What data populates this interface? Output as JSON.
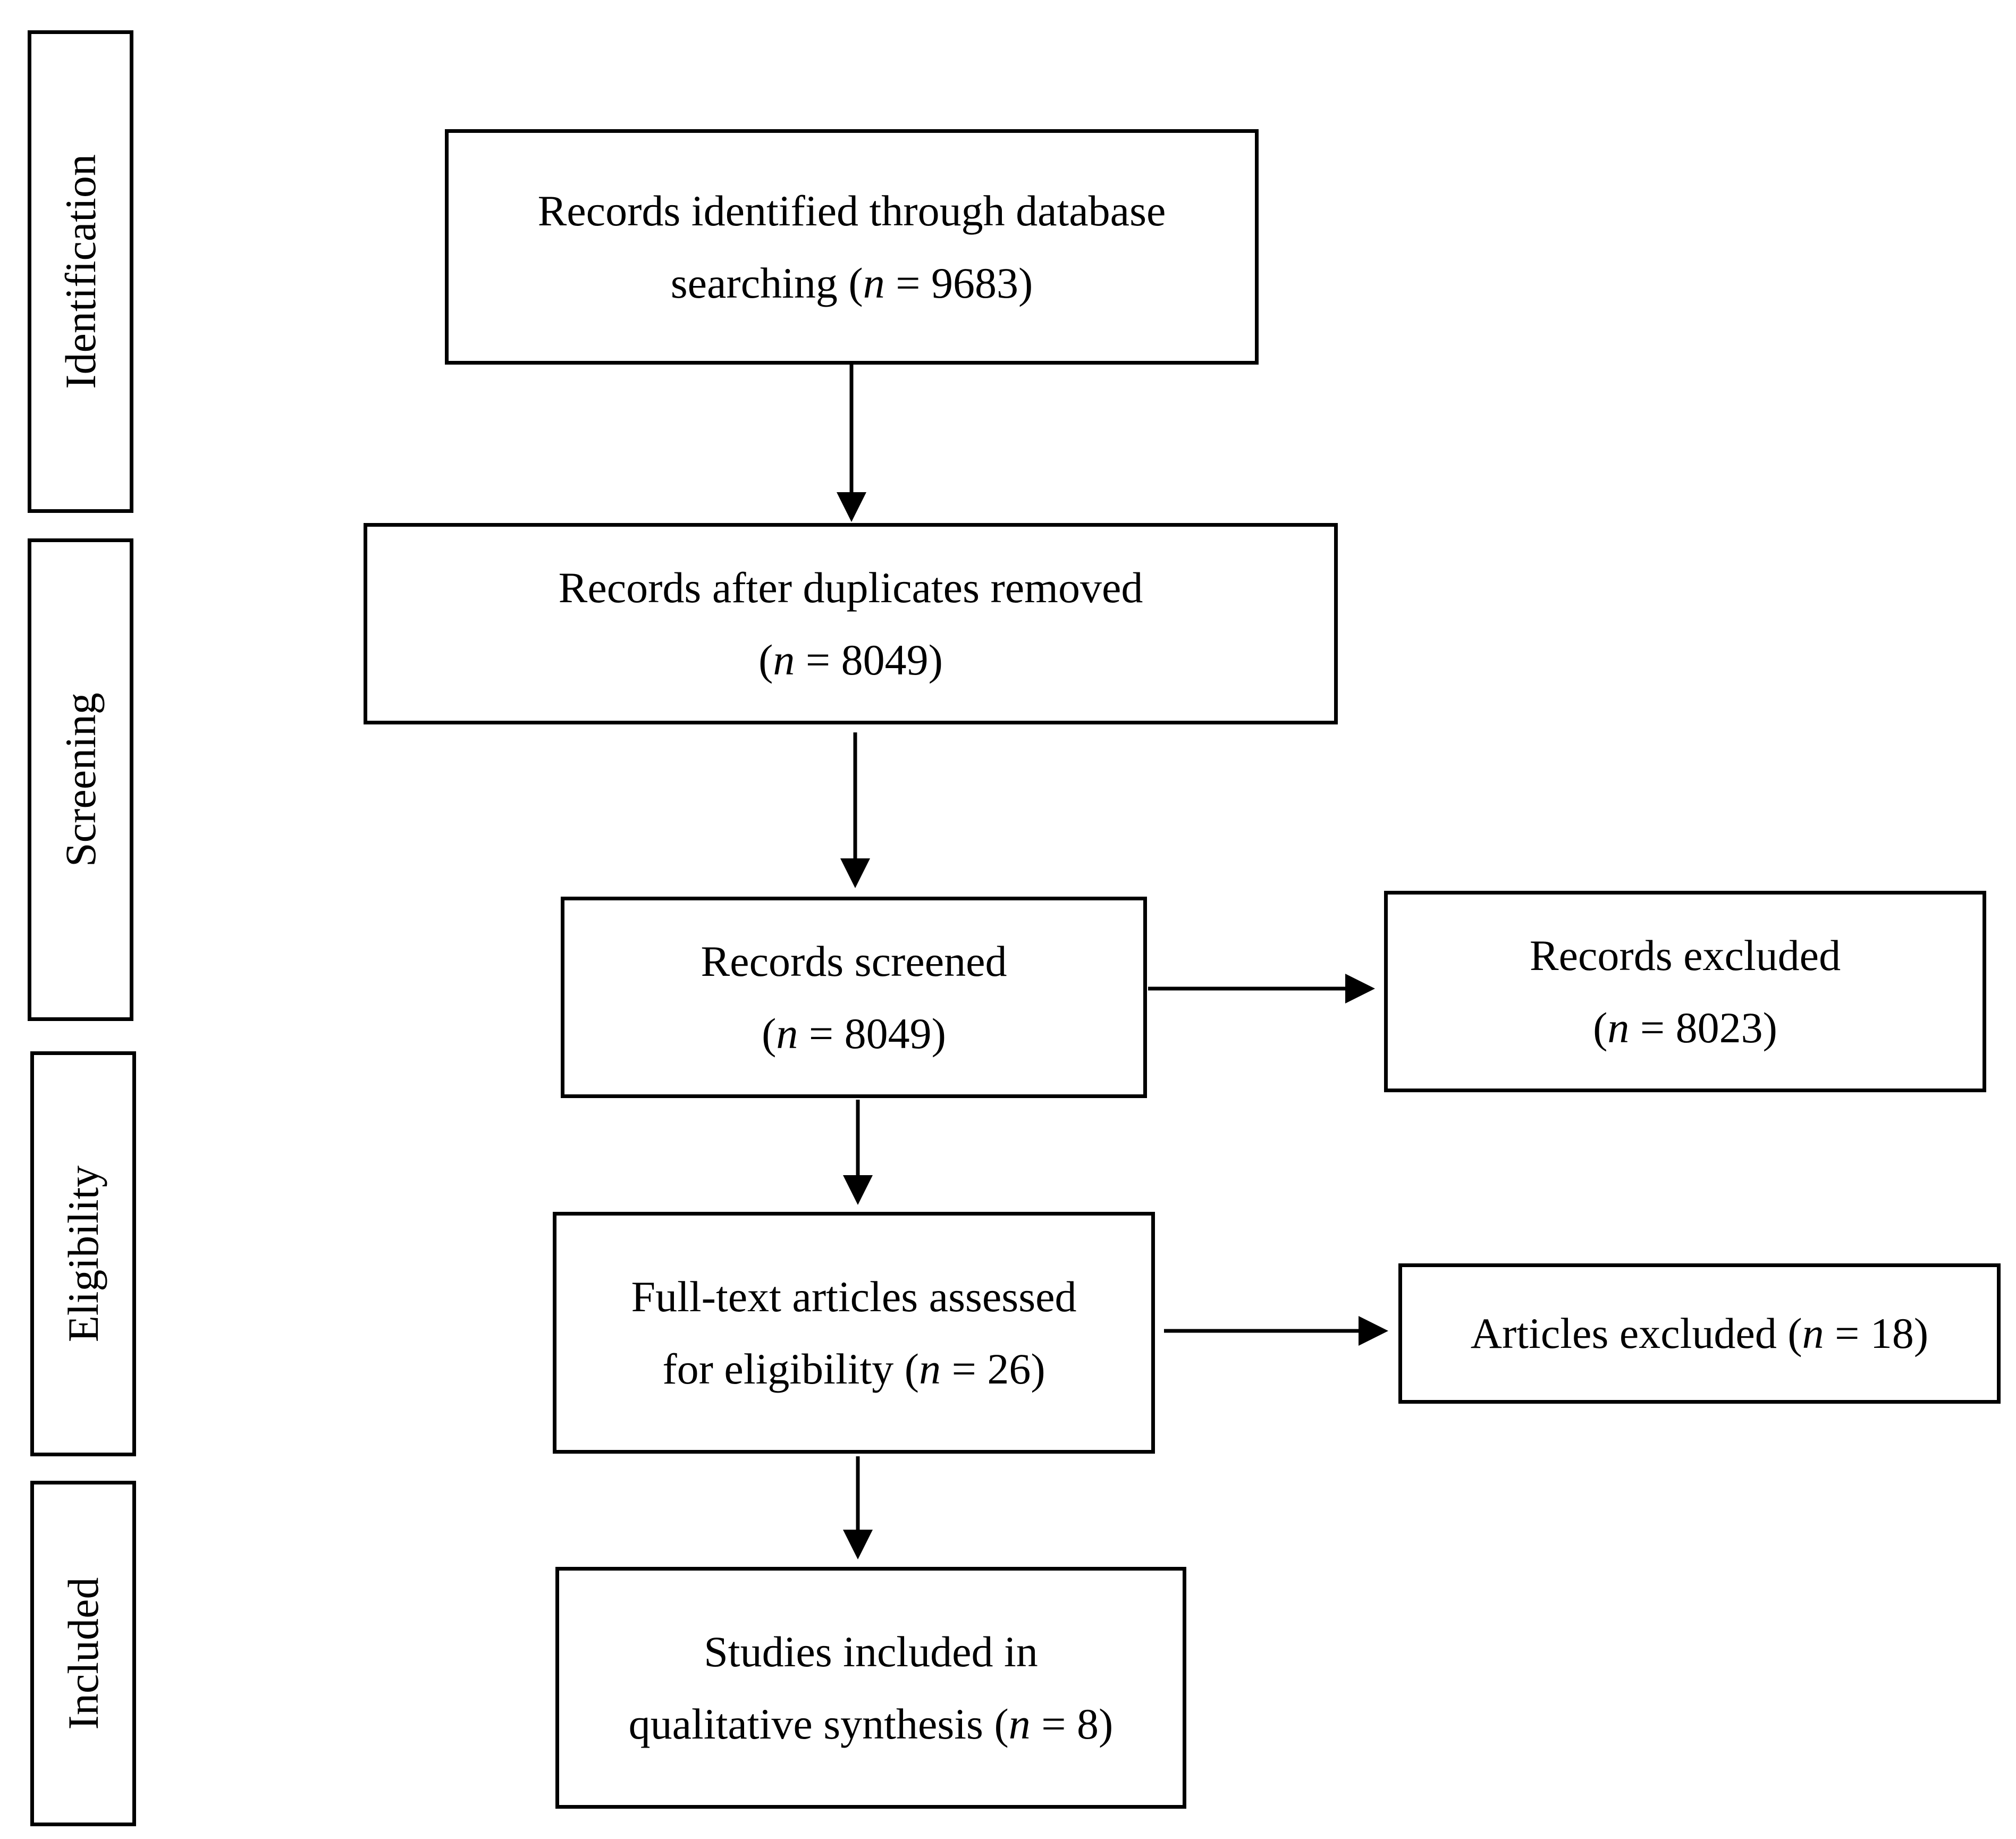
{
  "stages": [
    {
      "id": "identification",
      "label": "Identification"
    },
    {
      "id": "screening",
      "label": "Screening"
    },
    {
      "id": "eligibility",
      "label": "Eligibility"
    },
    {
      "id": "included",
      "label": "Included"
    }
  ],
  "boxes": {
    "identified": {
      "line1": "Records identified through database",
      "line2_prefix": "searching (",
      "n_symbol": "n",
      "line2_suffix": " = 9683)"
    },
    "dedup": {
      "line1": "Records after duplicates removed",
      "line2_prefix": "(",
      "n_symbol": "n",
      "line2_suffix": " = 8049)"
    },
    "screened": {
      "line1": "Records screened",
      "line2_prefix": "(",
      "n_symbol": "n",
      "line2_suffix": " = 8049)"
    },
    "excluded_records": {
      "line1": "Records excluded",
      "line2_prefix": "(",
      "n_symbol": "n",
      "line2_suffix": " = 8023)"
    },
    "fulltext": {
      "line1": "Full-text articles assessed",
      "line2_prefix": "for eligibility (",
      "n_symbol": "n",
      "line2_suffix": " = 26)"
    },
    "excluded_articles": {
      "line1_prefix": "Articles excluded (",
      "n_symbol": "n",
      "line1_suffix": " = 18)"
    },
    "included": {
      "line1": "Studies included in",
      "line2_prefix": "qualitative synthesis (",
      "n_symbol": "n",
      "line2_suffix": " = 8)"
    }
  }
}
